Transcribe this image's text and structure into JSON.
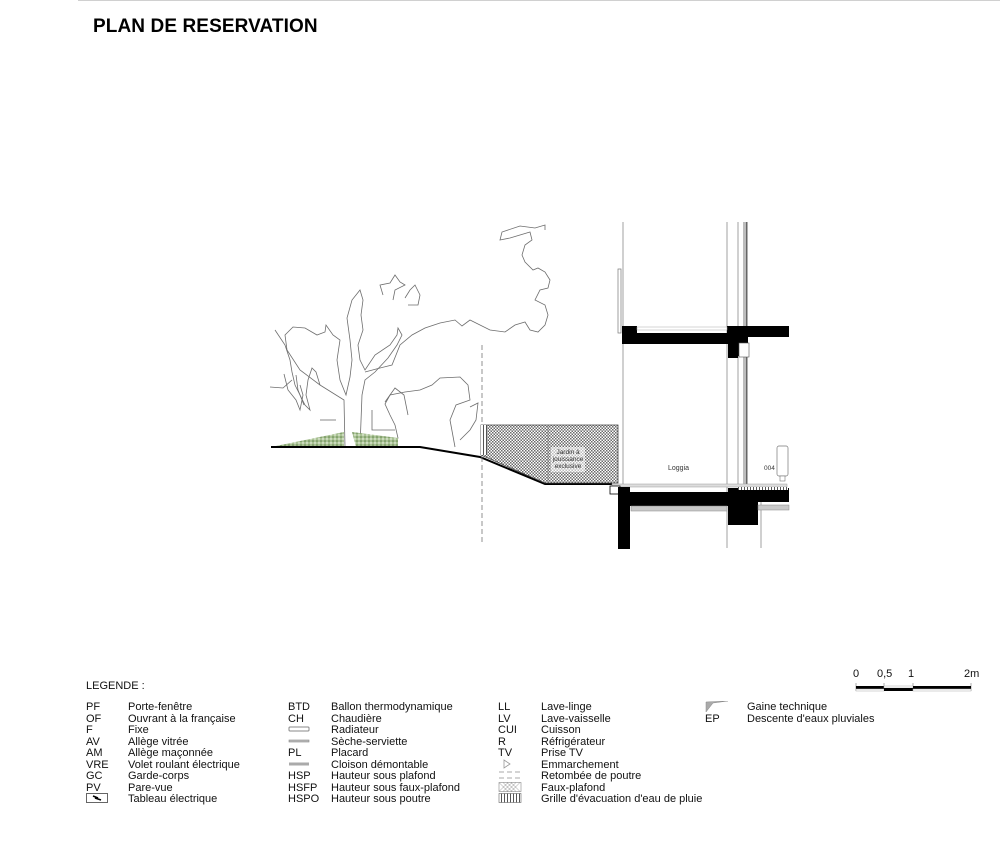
{
  "title": "PLAN DE RESERVATION",
  "drawing": {
    "labels": {
      "garden": [
        "Jardin à",
        "jouissance",
        "exclusive"
      ],
      "loggia": "Loggia",
      "room_number": "004"
    },
    "colors": {
      "structure": "#000000",
      "outline": "#666666",
      "grass": "#8fae74",
      "hatch": "#555555",
      "insulation": "#bdbdbd"
    }
  },
  "legend": {
    "heading": "LEGENDE :",
    "columns": [
      [
        {
          "code": "PF",
          "label": "Porte-fenêtre"
        },
        {
          "code": "OF",
          "label": "Ouvrant à la française"
        },
        {
          "code": "F",
          "label": "Fixe"
        },
        {
          "code": "AV",
          "label": "Allège vitrée"
        },
        {
          "code": "AM",
          "label": "Allège maçonnée"
        },
        {
          "code": "VRE",
          "label": "Volet roulant électrique"
        },
        {
          "code": "GC",
          "label": "Garde-corps"
        },
        {
          "code": "PV",
          "label": "Pare-vue"
        },
        {
          "code": "",
          "symbol": "electrical-panel-icon",
          "label": "Tableau électrique"
        }
      ],
      [
        {
          "code": "BTD",
          "label": "Ballon thermodynamique"
        },
        {
          "code": "CH",
          "label": "Chaudière"
        },
        {
          "code": "",
          "symbol": "radiator-icon",
          "label": "Radiateur"
        },
        {
          "code": "",
          "symbol": "towel-dryer-icon",
          "label": "Sèche-serviette"
        },
        {
          "code": "PL",
          "label": "Placard"
        },
        {
          "code": "",
          "symbol": "removable-partition-icon",
          "label": "Cloison démontable"
        },
        {
          "code": "HSP",
          "label": "Hauteur sous plafond"
        },
        {
          "code": "HSFP",
          "label": "Hauteur sous faux-plafond"
        },
        {
          "code": "HSPO",
          "label": "Hauteur sous poutre"
        }
      ],
      [
        {
          "code": "LL",
          "label": "Lave-linge"
        },
        {
          "code": "LV",
          "label": "Lave-vaisselle"
        },
        {
          "code": "CUI",
          "label": "Cuisson"
        },
        {
          "code": "R",
          "label": "Réfrigérateur"
        },
        {
          "code": "TV",
          "label": "Prise TV"
        },
        {
          "code": "",
          "symbol": "step-arrow-icon",
          "label": "Emmarchement"
        },
        {
          "code": "",
          "symbol": "beam-drop-icon",
          "label": "Retombée de poutre"
        },
        {
          "code": "",
          "symbol": "false-ceiling-hatch-icon",
          "label": "Faux-plafond"
        },
        {
          "code": "",
          "symbol": "drain-grille-icon",
          "label": "Grille d'évacuation d'eau de pluie"
        }
      ],
      [
        {
          "code": "",
          "symbol": "technical-duct-icon",
          "label": "Gaine technique"
        },
        {
          "code": "EP",
          "label": "Descente d'eaux pluviales"
        }
      ]
    ]
  },
  "scale_bar": {
    "ticks": [
      "0",
      "0,5",
      "1",
      "2m"
    ],
    "unit": "m",
    "values": [
      0,
      0.5,
      1,
      2
    ]
  }
}
